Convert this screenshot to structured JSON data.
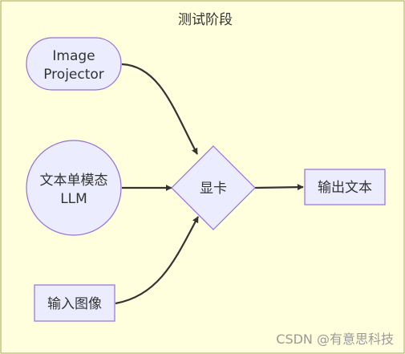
{
  "subgraph": {
    "title": "测试阶段"
  },
  "nodes": {
    "image_projector": {
      "line1": "Image",
      "line2": "Projector"
    },
    "text_llm": {
      "line1": "文本单模态",
      "line2": "LLM"
    },
    "input_image": {
      "label": "输入图像"
    },
    "gpu": {
      "label": "显卡"
    },
    "output_text": {
      "label": "输出文本"
    }
  },
  "watermark": "CSDN @有意思科技",
  "colors": {
    "subgraph_fill": "#ffffde",
    "subgraph_stroke": "#aaaa33",
    "node_fill": "#ececff",
    "node_stroke": "#9370db",
    "edge": "#333333"
  }
}
